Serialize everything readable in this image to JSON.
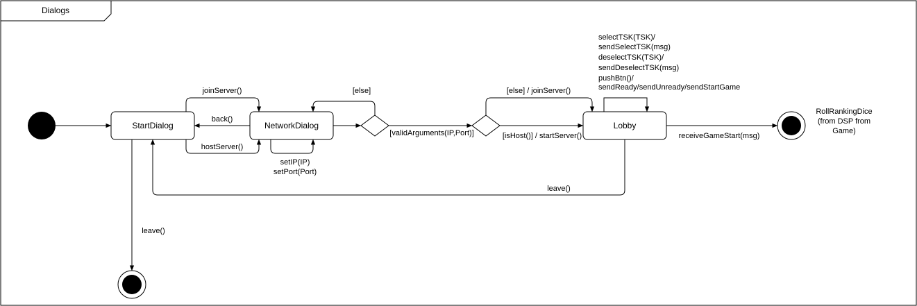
{
  "frame": {
    "title": "Dialogs"
  },
  "states": {
    "start_dialog": "StartDialog",
    "network_dialog": "NetworkDialog",
    "lobby": "Lobby"
  },
  "transitions": {
    "join_server": "joinServer()",
    "back": "back()",
    "host_server": "hostServer()",
    "set_ip": "setIP(IP)",
    "set_port": "setPort(Port)",
    "else_1": "[else]",
    "valid_arguments": "[validArguments(IP,Port)]",
    "else_join_server": "[else] / joinServer()",
    "is_host_start_server": "[isHost()] / startServer()",
    "lobby_self_loop": [
      "selectTSK(TSK)/",
      "sendSelectTSK(msg)",
      "deselectTSK(TSK)/",
      "sendDeselectTSK(msg)",
      "pushBtn()/",
      "sendReady/sendUnready/sendStartGame"
    ],
    "receive_game_start": "receiveGameStart(msg)",
    "leave_lobby": "leave()",
    "leave_start": "leave()"
  },
  "final_note": [
    "RollRankingDice",
    "(from DSP from",
    "Game)"
  ]
}
